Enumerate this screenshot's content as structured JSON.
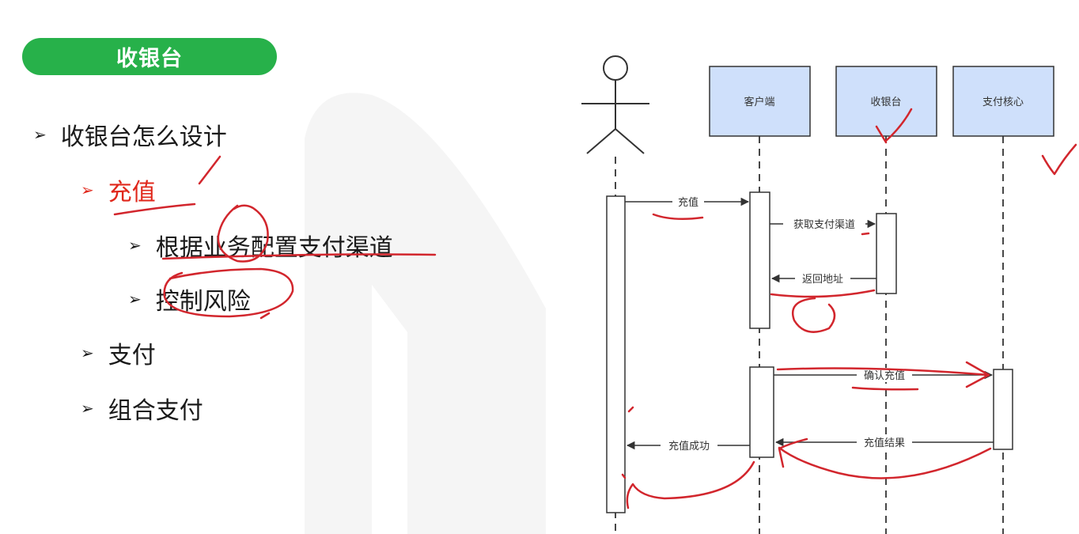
{
  "header": {
    "title": "收银台"
  },
  "outline": {
    "items": [
      {
        "label": "收银台怎么设计"
      },
      {
        "label": "充值"
      },
      {
        "label": "根据业务配置支付渠道"
      },
      {
        "label": "控制风险"
      },
      {
        "label": "支付"
      },
      {
        "label": "组合支付"
      }
    ]
  },
  "sequence": {
    "participants": [
      "客户端",
      "收银台",
      "支付核心"
    ],
    "messages": [
      "充值",
      "获取支付渠道",
      "返回地址",
      "确认充值",
      "充值结果",
      "充值成功"
    ]
  },
  "colors": {
    "header_bg": "#27b14a",
    "highlight": "#e0271b",
    "participant_fill": "#cfe0fb",
    "annotation_ink": "#d2262d"
  }
}
